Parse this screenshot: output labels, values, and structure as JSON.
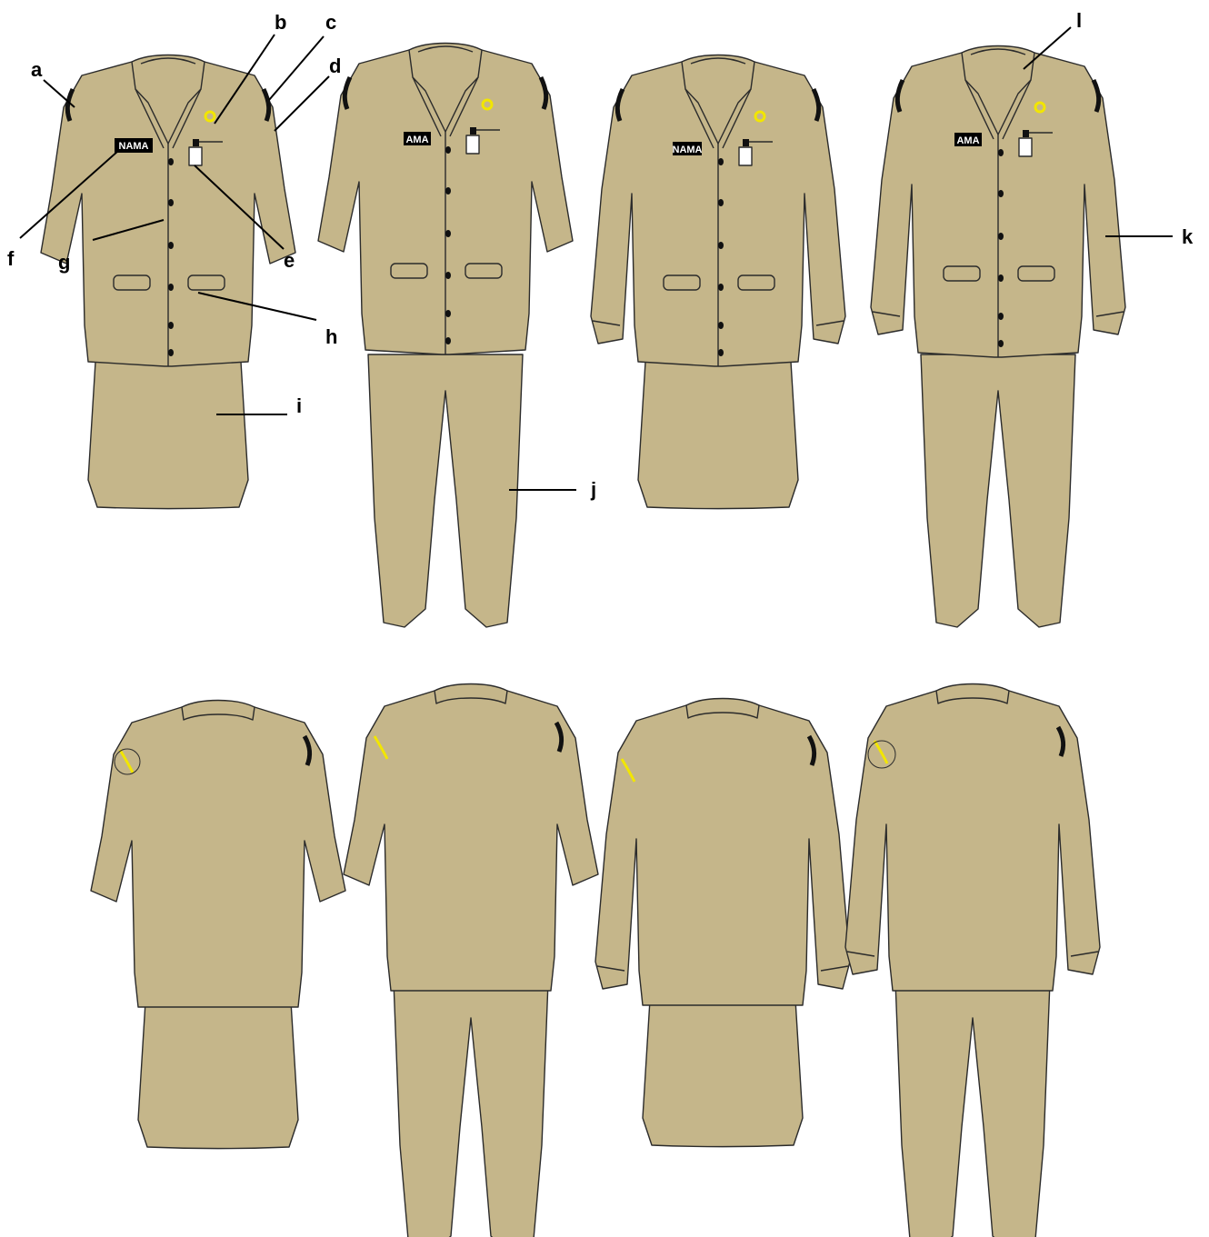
{
  "colors": {
    "fabric": "#c5b68a",
    "outline": "#2b2b2b",
    "button": "#111111",
    "badge_yellow": "#f2e600",
    "nameplate_bg": "#000000",
    "nameplate_text": "#ffffff",
    "id_card": "#ffffff",
    "background": "#ffffff"
  },
  "nameplate_text": "NAMA",
  "front_views": [
    {
      "name": "front-short-sleeve-skirt",
      "nameplate": "NAMA"
    },
    {
      "name": "front-short-sleeve-trousers",
      "nameplate": "AMA"
    },
    {
      "name": "front-long-sleeve-skirt",
      "nameplate": "NAMA"
    },
    {
      "name": "front-long-sleeve-trousers",
      "nameplate": "AMA"
    }
  ],
  "back_views": [
    {
      "name": "back-short-sleeve-skirt"
    },
    {
      "name": "back-short-sleeve-trousers"
    },
    {
      "name": "back-long-sleeve-skirt"
    },
    {
      "name": "back-long-sleeve-trousers"
    }
  ],
  "callouts": {
    "a": "a",
    "b": "b",
    "c": "c",
    "d": "d",
    "e": "e",
    "f": "f",
    "g": "g",
    "h": "h",
    "i": "i",
    "j": "j",
    "k": "k",
    "l": "l"
  }
}
